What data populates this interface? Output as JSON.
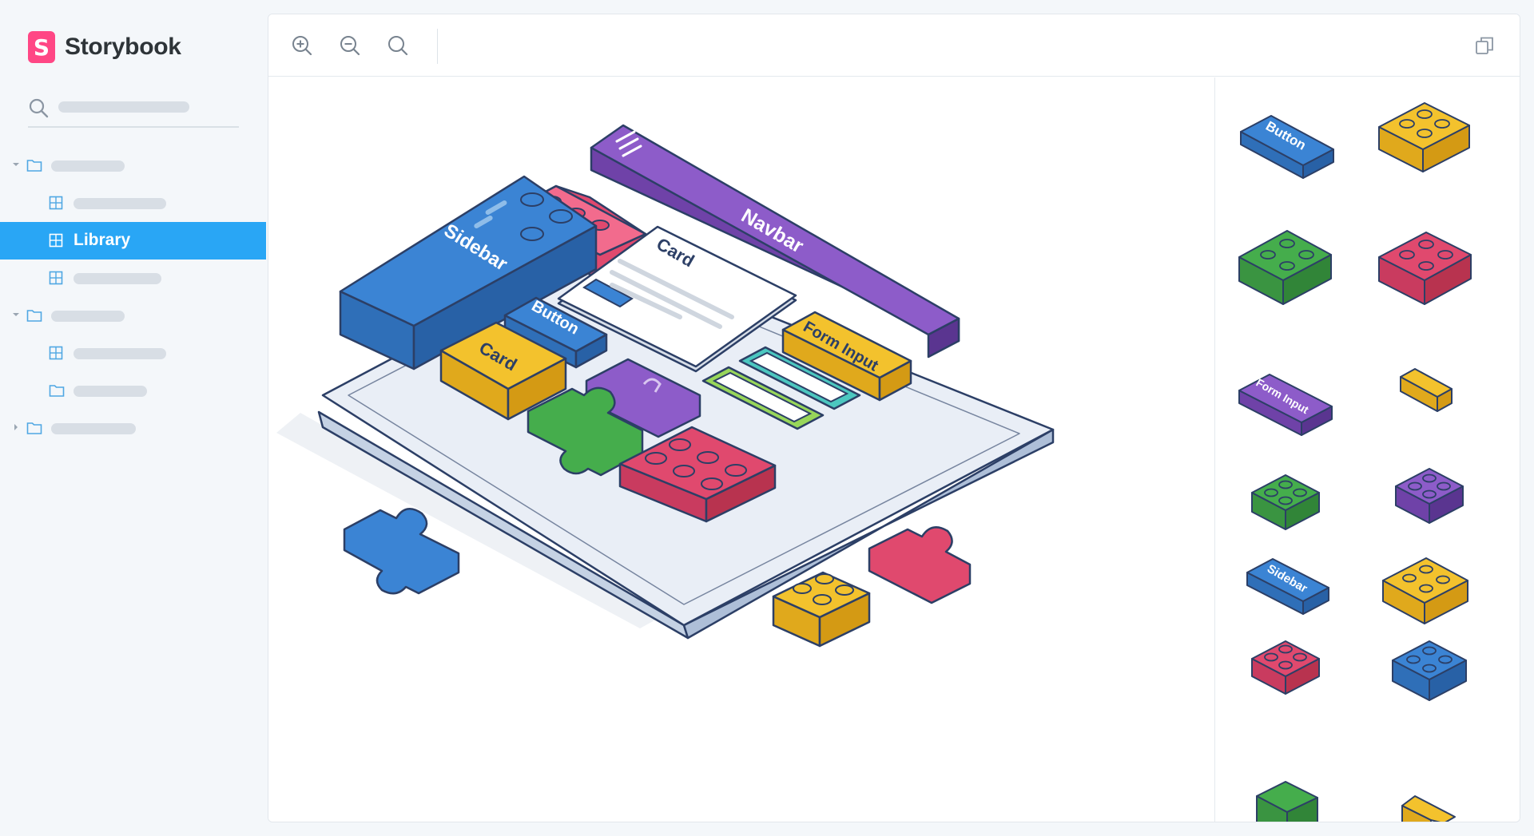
{
  "app": {
    "brand_name": "Storybook",
    "brand_letter": "S",
    "brand_color": "#ff4785"
  },
  "sidebar": {
    "search": {
      "icon": "search-icon",
      "placeholder": ""
    },
    "selected_item": {
      "label": "Library",
      "icon": "component-icon",
      "highlight_color": "#29a6f5"
    }
  },
  "toolbar": {
    "zoom_in_icon": "zoom-in-icon",
    "zoom_out_icon": "zoom-out-icon",
    "zoom_reset_icon": "zoom-reset-icon",
    "copy_icon": "copy-icon"
  },
  "illustration": {
    "blocks": {
      "navbar": "Navbar",
      "sidebar": "Sidebar",
      "card_top": "Card",
      "card_bottom": "Card",
      "button": "Button",
      "form_input": "Form Input"
    },
    "palette_labels": {
      "button": "Button",
      "form_input": "Form Input",
      "sidebar": "Sidebar"
    }
  },
  "colors": {
    "blue": "#3b84d4",
    "purple": "#8d5cc9",
    "red": "#e0496e",
    "yellow": "#f3c22d",
    "green": "#45ad4c",
    "teal": "#4cc7c0",
    "lime": "#98d65a",
    "outline": "#2c3f66"
  }
}
